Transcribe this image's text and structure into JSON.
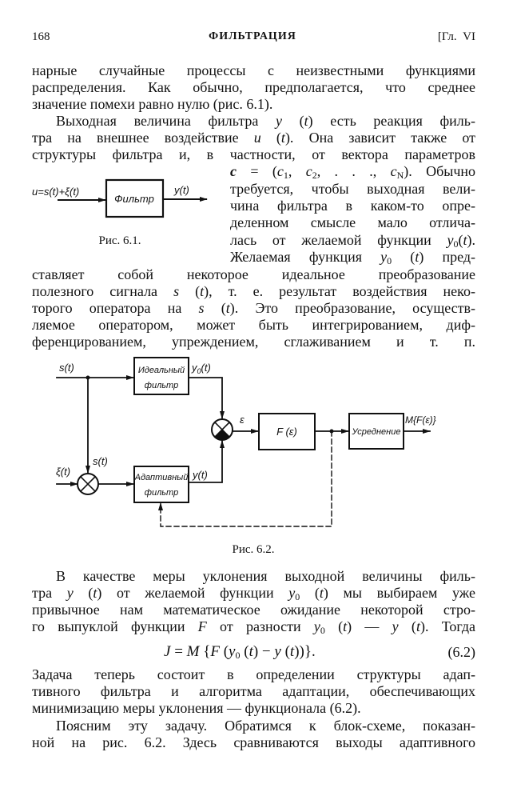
{
  "header": {
    "page_number": "168",
    "running_title": "ФИЛЬТРАЦИЯ",
    "chapter": "[Гл.  VI"
  },
  "text": {
    "lines": [
      [
        "нарные случайные процессы с неизвестными функциями"
      ],
      [
        "распределения. Как обычно, предполагается, что среднее"
      ],
      [
        "значение помехи равно нулю (рис. 6.1)."
      ],
      [
        "Выходная величина фильтра ",
        {
          "i": "y"
        },
        " (",
        {
          "i": "t"
        },
        ") есть реакция филь-"
      ],
      [
        "тра на внешнее воздействие ",
        {
          "i": "u"
        },
        " (",
        {
          "i": "t"
        },
        "). Она зависит также от"
      ],
      [
        "структуры фильтра и, в частности, от вектора параметров"
      ],
      [
        {
          "b": "c"
        },
        " = (",
        {
          "i": "c"
        },
        {
          "sub": "1"
        },
        ", ",
        {
          "i": "c"
        },
        {
          "sub": "2"
        },
        ", . . ., ",
        {
          "i": "c"
        },
        {
          "sub": "N"
        },
        ").  Обычно"
      ],
      [
        "требуется, чтобы выходная вели-"
      ],
      [
        "чина фильтра в каком-то опре-"
      ],
      [
        "деленном смысле мало отлича-"
      ],
      [
        "лась от желаемой функции ",
        {
          "i": "y"
        },
        {
          "sub": "0"
        },
        "(",
        {
          "i": "t"
        },
        ")."
      ],
      [
        "Желаемая функция ",
        {
          "i": "y"
        },
        {
          "sub": "0"
        },
        " (",
        {
          "i": "t"
        },
        ") пред-"
      ],
      [
        "ставляет собой некоторое идеальное преобразование"
      ],
      [
        "полезного сигнала ",
        {
          "i": "s"
        },
        " (",
        {
          "i": "t"
        },
        "), т. е. результат воздействия неко-"
      ],
      [
        "торого оператора на ",
        {
          "i": "s"
        },
        " (",
        {
          "i": "t"
        },
        "). Это преобразование, осуществ-"
      ],
      [
        "ляемое оператором, может быть интегрированием, диф-"
      ],
      [
        "ференцированием, упреждением, сглаживанием и т. п."
      ],
      [
        "В качестве меры уклонения выходной величины филь-"
      ],
      [
        "тра ",
        {
          "i": "y"
        },
        " (",
        {
          "i": "t"
        },
        ") от желаемой функции ",
        {
          "i": "y"
        },
        {
          "sub": "0"
        },
        " (",
        {
          "i": "t"
        },
        ") мы выбираем уже"
      ],
      [
        "привычное нам математическое ожидание некоторой стро-"
      ],
      [
        "го выпуклой функции ",
        {
          "i": "F"
        },
        " от разности ",
        {
          "i": "y"
        },
        {
          "sub": "0"
        },
        " (",
        {
          "i": "t"
        },
        ") — ",
        {
          "i": "y"
        },
        " (",
        {
          "i": "t"
        },
        "). Тогда"
      ],
      [
        "Задача теперь состоит в определении структуры адап-"
      ],
      [
        "тивного фильтра и алгоритма адаптации, обеспечивающих"
      ],
      [
        "минимизацию меры уклонения — функционала (6.2)."
      ],
      [
        "Поясним эту задачу. Обратимся к блок-схеме, показан-"
      ],
      [
        "ной на рис. 6.2. Здесь сравниваются выходы адаптивного"
      ]
    ],
    "formula": [
      {
        "i": "J"
      },
      " = ",
      {
        "i": "M"
      },
      " {",
      {
        "i": "F"
      },
      " (",
      {
        "i": "y"
      },
      {
        "sub": "0"
      },
      " (",
      {
        "i": "t"
      },
      ") − ",
      {
        "i": "y"
      },
      " (",
      {
        "i": "t"
      },
      "))}."
    ],
    "equation_number": "(6.2)"
  },
  "figure_6_1": {
    "input_label": "u=s(t)+ξ(t)",
    "block_label": "Фильтр",
    "output_label": "y(t)",
    "caption": "Рис. 6.1."
  },
  "figure_6_2": {
    "signal_label": "s(t)",
    "ideal_block": [
      "Идеальный",
      "фильтр"
    ],
    "y0_label": {
      "base": "y",
      "sub": "0",
      "arg": "(t)"
    },
    "error_label": "ε",
    "f_block": "F (ε)",
    "averaging_block": "Усреднение",
    "output_label": "M{F(ε)}",
    "signal_label_lower": "s(t)",
    "noise_label": "ξ(t)",
    "adaptive_block": [
      "Адаптивный",
      "фильтр"
    ],
    "y_label": "y(t)",
    "caption": "Рис. 6.2."
  }
}
